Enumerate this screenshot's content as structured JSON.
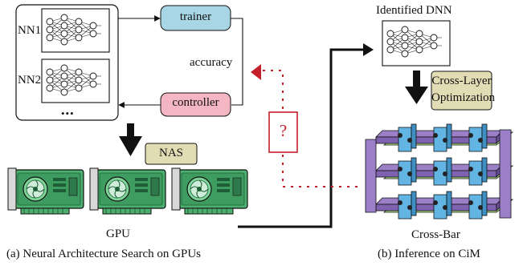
{
  "left_panel": {
    "nn_labels": [
      "NN1",
      "NN2"
    ],
    "ellipsis": "•••",
    "trainer_label": "trainer",
    "controller_label": "controller",
    "accuracy_label": "accuracy",
    "nas_label": "NAS",
    "gpu_label": "GPU",
    "caption": "(a) Neural Architecture Search on GPUs"
  },
  "right_panel": {
    "identified_label": "Identified DNN",
    "optimization_label_line1": "Cross-Layer",
    "optimization_label_line2": "Optimization",
    "crossbar_label": "Cross-Bar",
    "caption": "(b)  Inference on CiM"
  },
  "middle": {
    "question_mark": "?"
  },
  "colors": {
    "trainer_fill": "#a9d6e5",
    "controller_fill": "#f4b6c2",
    "nas_fill": "#e2dcb5",
    "optimization_fill": "#e2dcb5",
    "accent_red": "#c4202a",
    "gpu_green": "#2e8b57",
    "crossbar_purple": "#9b7fc7",
    "crossbar_blue": "#62b4e3",
    "crossbar_green": "#b7e58a"
  }
}
